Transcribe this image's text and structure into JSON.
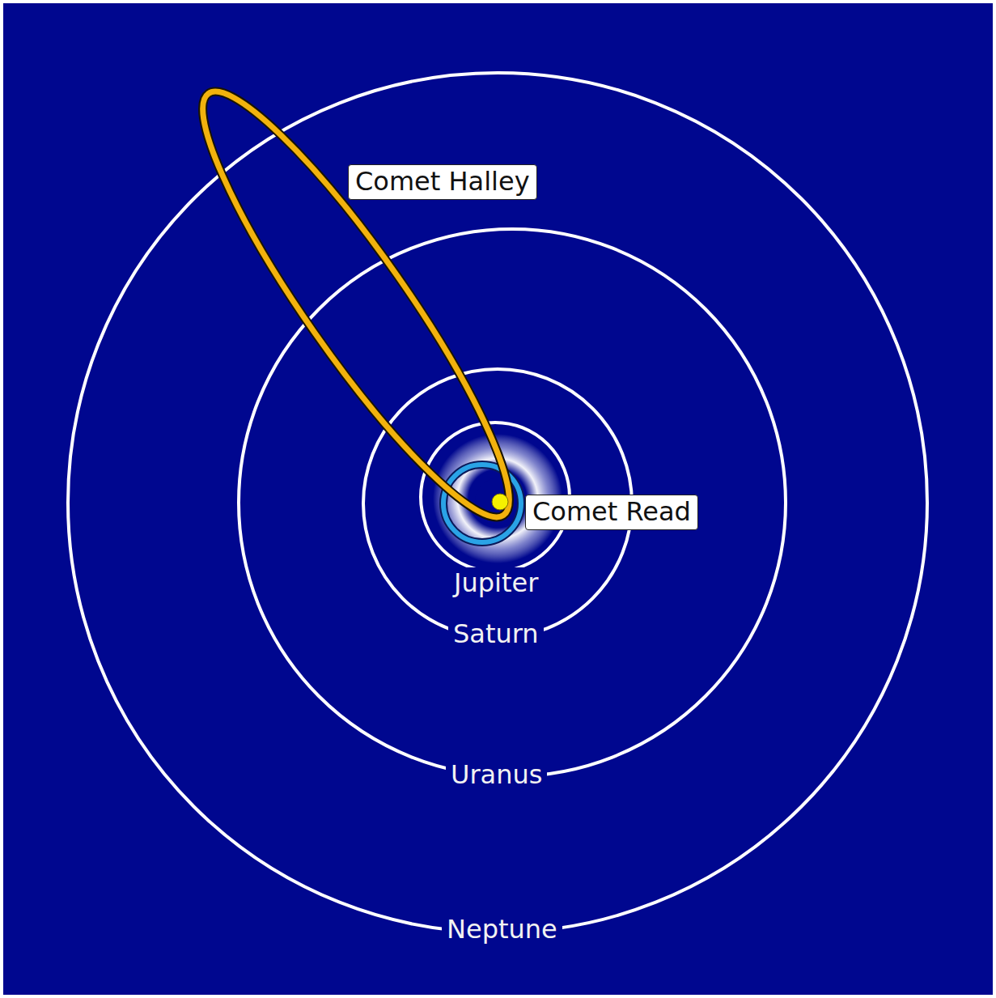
{
  "diagram": {
    "nodes": [
      {
        "text": [
          "Comet Halley"
        ]
      },
      {
        "text": [
          "Comet Read"
        ]
      }
    ],
    "labels": [
      "Jupiter",
      "Saturn",
      "Uranus",
      "Neptune"
    ]
  }
}
